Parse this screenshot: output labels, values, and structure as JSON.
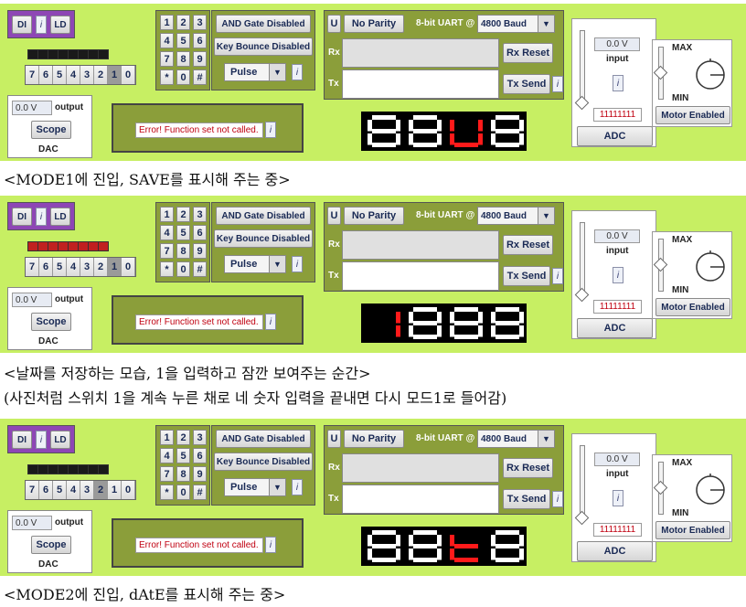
{
  "panels": [
    {
      "dild": {
        "di": "DI",
        "info": "i",
        "ld": "LD"
      },
      "leds": [
        "#1a1a1a",
        "#1a1a1a",
        "#1a1a1a",
        "#1a1a1a",
        "#1a1a1a",
        "#1a1a1a",
        "#1a1a1a",
        "#1a1a1a"
      ],
      "bits": [
        "7",
        "6",
        "5",
        "4",
        "3",
        "2",
        "1",
        "0"
      ],
      "bits_pressed": [
        "1"
      ],
      "dac": {
        "value": "0.0 V",
        "output_label": "output",
        "scope": "Scope",
        "label": "DAC"
      },
      "keypad": [
        "1",
        "2",
        "3",
        "4",
        "5",
        "6",
        "7",
        "8",
        "9",
        "*",
        "0",
        "#"
      ],
      "gates": {
        "and_gate": "AND Gate Disabled",
        "key_bounce": "Key Bounce Disabled",
        "pulse": "Pulse",
        "info": "i"
      },
      "message": {
        "text": "Error! Function set not called.",
        "info": "i"
      },
      "uart": {
        "u": "U",
        "parity": "No Parity",
        "uart_label": "8-bit UART @",
        "baud": "4800 Baud",
        "rx": "Rx",
        "tx": "Tx",
        "rx_reset": "Rx Reset",
        "tx_send": "Tx Send",
        "info": "i"
      },
      "seven_segment": [
        {
          "chars": [
            "8",
            "8",
            "U",
            "8"
          ]
        }
      ],
      "adc": {
        "value": "0.0 V",
        "input_label": "input",
        "info": "i",
        "binary": "11111111",
        "button": "ADC"
      },
      "motor": {
        "max": "MAX",
        "min": "MIN",
        "button": "Motor Enabled"
      }
    },
    {
      "dild": {
        "di": "DI",
        "info": "i",
        "ld": "LD"
      },
      "leds": [
        "#c02020",
        "#c02020",
        "#c02020",
        "#c02020",
        "#c02020",
        "#c02020",
        "#c02020",
        "#c02020"
      ],
      "bits": [
        "7",
        "6",
        "5",
        "4",
        "3",
        "2",
        "1",
        "0"
      ],
      "bits_pressed": [
        "1"
      ],
      "dac": {
        "value": "0.0 V",
        "output_label": "output",
        "scope": "Scope",
        "label": "DAC"
      },
      "keypad": [
        "1",
        "2",
        "3",
        "4",
        "5",
        "6",
        "7",
        "8",
        "9",
        "*",
        "0",
        "#"
      ],
      "gates": {
        "and_gate": "AND Gate Disabled",
        "key_bounce": "Key Bounce Disabled",
        "pulse": "Pulse",
        "info": "i"
      },
      "message": {
        "text": "Error! Function set not called.",
        "info": "i"
      },
      "uart": {
        "u": "U",
        "parity": "No Parity",
        "uart_label": "8-bit UART @",
        "baud": "4800 Baud",
        "rx": "Rx",
        "tx": "Tx",
        "rx_reset": "Rx Reset",
        "tx_send": "Tx Send",
        "info": "i"
      },
      "seven_segment": [
        {
          "chars": [
            "1",
            "8",
            "8",
            "8"
          ]
        }
      ],
      "adc": {
        "value": "0.0 V",
        "input_label": "input",
        "info": "i",
        "binary": "11111111",
        "button": "ADC"
      },
      "motor": {
        "max": "MAX",
        "min": "MIN",
        "button": "Motor Enabled"
      }
    },
    {
      "dild": {
        "di": "DI",
        "info": "i",
        "ld": "LD"
      },
      "leds": [
        "#1a1a1a",
        "#1a1a1a",
        "#1a1a1a",
        "#1a1a1a",
        "#1a1a1a",
        "#1a1a1a",
        "#1a1a1a",
        "#1a1a1a"
      ],
      "bits": [
        "7",
        "6",
        "5",
        "4",
        "3",
        "2",
        "1",
        "0"
      ],
      "bits_pressed": [
        "2"
      ],
      "dac": {
        "value": "0.0 V",
        "output_label": "output",
        "scope": "Scope",
        "label": "DAC"
      },
      "keypad": [
        "1",
        "2",
        "3",
        "4",
        "5",
        "6",
        "7",
        "8",
        "9",
        "*",
        "0",
        "#"
      ],
      "gates": {
        "and_gate": "AND Gate Disabled",
        "key_bounce": "Key Bounce Disabled",
        "pulse": "Pulse",
        "info": "i"
      },
      "message": {
        "text": "Error! Function set not called.",
        "info": "i"
      },
      "uart": {
        "u": "U",
        "parity": "No Parity",
        "uart_label": "8-bit UART @",
        "baud": "4800 Baud",
        "rx": "Rx",
        "tx": "Tx",
        "rx_reset": "Rx Reset",
        "tx_send": "Tx Send",
        "info": "i"
      },
      "seven_segment": [
        {
          "chars": [
            "8",
            "8",
            "t",
            "8"
          ]
        }
      ],
      "adc": {
        "value": "0.0 V",
        "input_label": "input",
        "info": "i",
        "binary": "11111111",
        "button": "ADC"
      },
      "motor": {
        "max": "MAX",
        "min": "MIN",
        "button": "Motor Enabled"
      }
    }
  ],
  "captions": [
    {
      "text": "<MODE1에 진입, SAVE를 표시해 주는 중>"
    },
    {
      "text": "<날짜를 저장하는 모습, 1을 입력하고 잠깐 보여주는 순간>"
    },
    {
      "text": "(사진처럼 스위치 1을 계속 누른 채로 네 숫자 입력을 끝내면 다시 모드1로 들어감)"
    },
    {
      "text": "<MODE2에 진입, dAtE를 표시해 주는 중>"
    }
  ],
  "colors": {
    "panel_bg": "#c7ef63",
    "module_bg": "#8b9e3a",
    "dild_bg": "#8e46b5",
    "segment_on": "#ff1a1a",
    "segment_off": "#ffffff",
    "error_text": "#c00010"
  }
}
